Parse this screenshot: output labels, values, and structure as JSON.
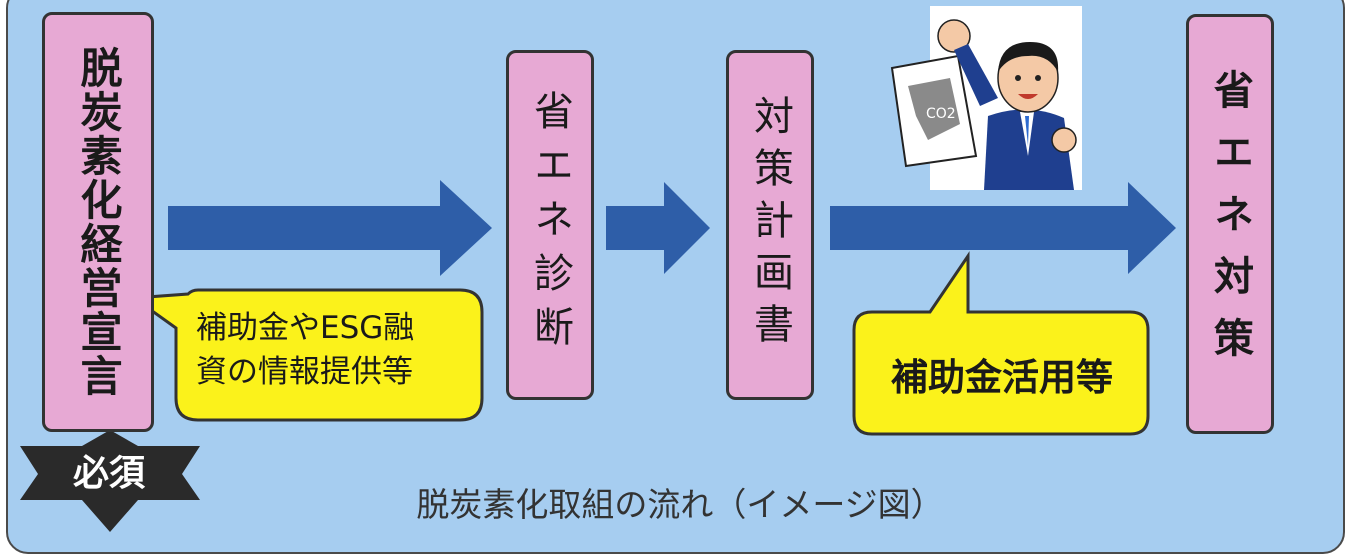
{
  "diagram": {
    "caption": "脱炭素化取組の流れ（イメージ図）",
    "steps": [
      {
        "label": "脱炭素化経営宣言"
      },
      {
        "label": "省エネ診断"
      },
      {
        "label": "対策計画書"
      },
      {
        "label": "省エネ対策"
      }
    ],
    "callouts": {
      "info": {
        "line1": "補助金やESG融",
        "line2": "資の情報提供等"
      },
      "subsidy": "補助金活用等"
    },
    "badge": "必須",
    "illustration": {
      "icon": "businessman-holding-co2-paper-icon",
      "paper_text": "CO2"
    },
    "colors": {
      "background": "#a6cdf0",
      "box": "#e7a9d4",
      "arrow": "#2e5ea8",
      "callout": "#fbf21b",
      "badge": "#2a2a2a"
    }
  }
}
